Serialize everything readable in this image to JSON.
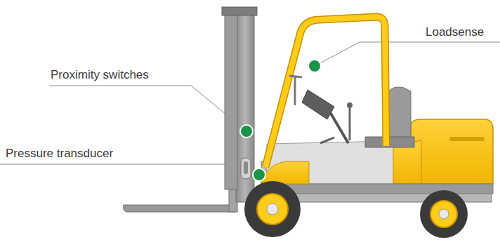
{
  "diagram": {
    "labels": [
      "Loadsense",
      "Proximity switches",
      "Pressure transducer"
    ]
  }
}
